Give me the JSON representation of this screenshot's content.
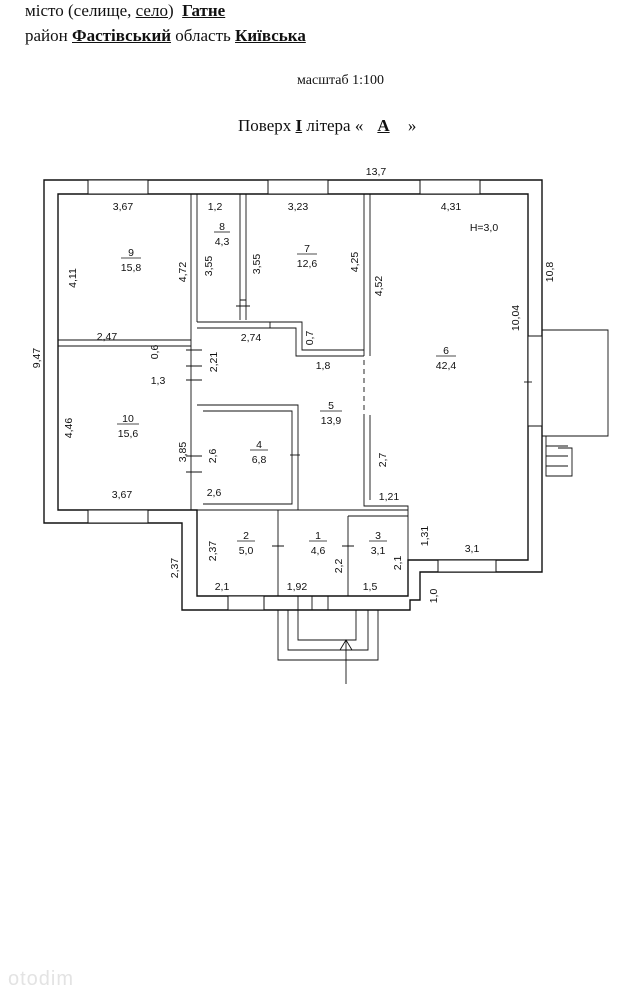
{
  "header": {
    "line1_prefix": "місто (селище, ",
    "line1_underlined": "село",
    "line1_suffix": ")",
    "city": "Гатне",
    "line2_prefix": "район",
    "district": "Фастівський",
    "line2_mid": "область",
    "region": "Київська"
  },
  "scale": "масштаб 1:100",
  "floor": {
    "label": "Поверх",
    "number": "I",
    "litera_label": "літера «",
    "litera": "А",
    "close": "»"
  },
  "rooms": [
    {
      "number": "1",
      "area": "4,6"
    },
    {
      "number": "2",
      "area": "5,0"
    },
    {
      "number": "3",
      "area": "3,1"
    },
    {
      "number": "4",
      "area": "6,8"
    },
    {
      "number": "5",
      "area": "13,9"
    },
    {
      "number": "6",
      "area": "42,4"
    },
    {
      "number": "7",
      "area": "12,6"
    },
    {
      "number": "8",
      "area": "4,3"
    },
    {
      "number": "9",
      "area": "15,8"
    },
    {
      "number": "10",
      "area": "15,6"
    }
  ],
  "ceiling_height": "H=3,0",
  "dimensions": {
    "overall_width": "13,7",
    "overall_height": "9,47",
    "right_height": "10,8",
    "r9_top": "3,67",
    "r9_left": "4,11",
    "r9_right": "4,72",
    "r8_top": "1,2",
    "r8_left": "3,55",
    "r8_right": "3,55",
    "r7_top": "3,23",
    "r7_right": "4,25",
    "r6_top": "4,31",
    "r6_left": "4,52",
    "r6_right": "10,04",
    "corr_a": "2,47",
    "corr_b": "0,6",
    "corr_c": "1,3",
    "corr_d": "2,74",
    "corr_e": "0,7",
    "corr_f": "2,21",
    "corr_g": "1,8",
    "r10_left": "4,46",
    "r10_right": "3,85",
    "r10_bottom": "3,67",
    "r4_left": "2,6",
    "r4_bottom": "2,6",
    "r5_right": "2,7",
    "step_a": "1,21",
    "step_b": "1,31",
    "r6_bottom": "3,1",
    "r2_left": "2,37",
    "r2_bottom": "2,1",
    "r1_right": "2,2",
    "r1_bottom": "1,92",
    "r3_right": "2,1",
    "r3_bottom": "1,5",
    "porch": "1,0",
    "outer_left": "2,37"
  },
  "watermark": "otodim"
}
